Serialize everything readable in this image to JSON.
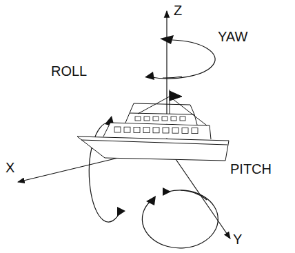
{
  "diagram": {
    "labels": [
      "Z",
      "YAW",
      "ROLL",
      "X",
      "PITCH",
      "Y"
    ]
  }
}
